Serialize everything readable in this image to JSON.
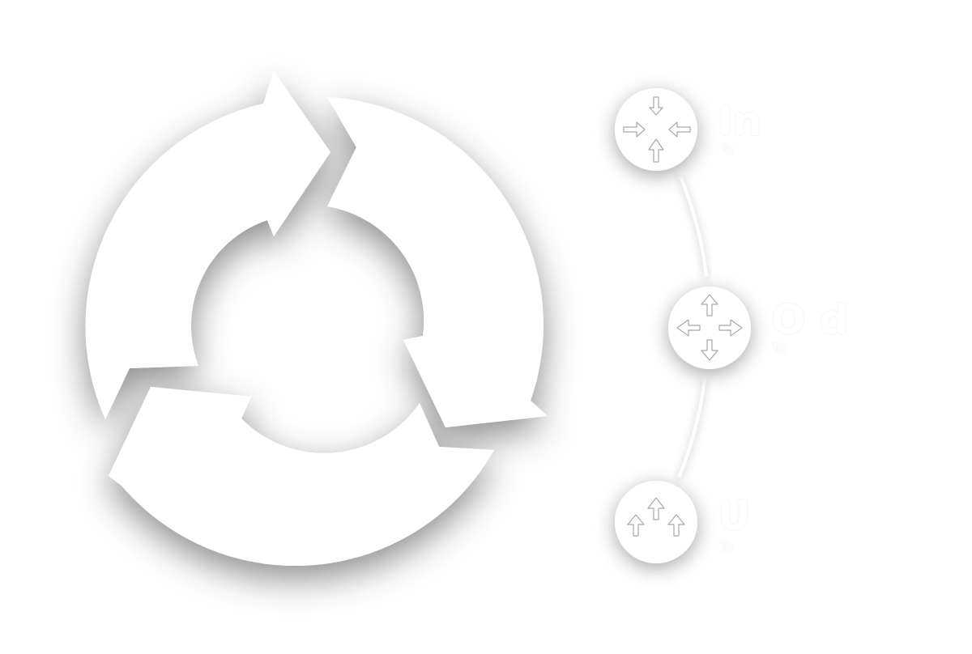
{
  "steps": [
    {
      "title": "In",
      "subtitle": "To",
      "icon": "arrows-inward-icon"
    },
    {
      "title": "O         d",
      "subtitle": "To",
      "icon": "arrows-outward-icon"
    },
    {
      "title": "U",
      "subtitle": "To",
      "icon": "arrows-up-icon"
    }
  ],
  "colors": {
    "background": "#ffffff",
    "shape": "#ffffff",
    "shadow": "#000000",
    "icon_stroke": "#a8a8a8"
  }
}
